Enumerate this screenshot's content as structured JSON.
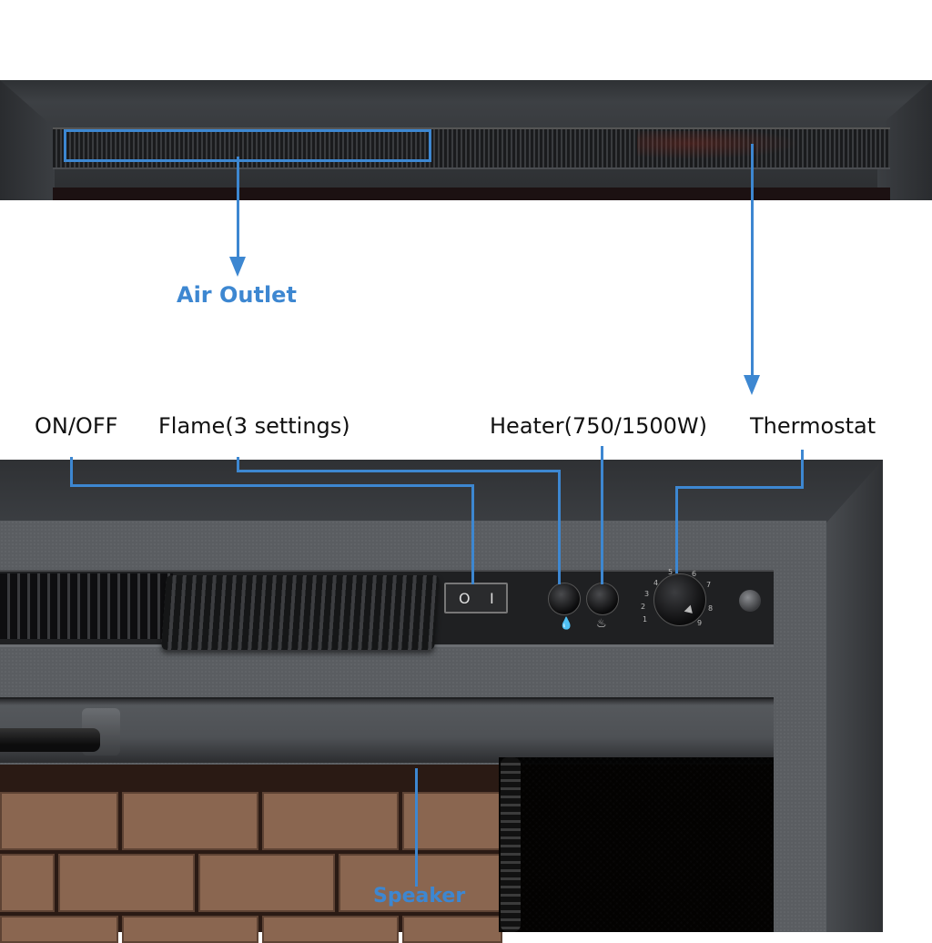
{
  "labels": {
    "air_outlet": "Air Outlet",
    "on_off": "ON/OFF",
    "flame": "Flame(3 settings)",
    "heater": "Heater(750/1500W)",
    "thermostat": "Thermostat",
    "speaker": "Speaker"
  },
  "controls": {
    "switch_off_mark": "O",
    "switch_on_mark": "I",
    "flame_icon": "flame-icon",
    "heat_icon": "heat-icon",
    "thermostat_ticks": [
      "1",
      "2",
      "3",
      "4",
      "5",
      "6",
      "7",
      "8",
      "9"
    ]
  },
  "colors": {
    "callout": "#3d87d1",
    "label_text": "#111111"
  }
}
